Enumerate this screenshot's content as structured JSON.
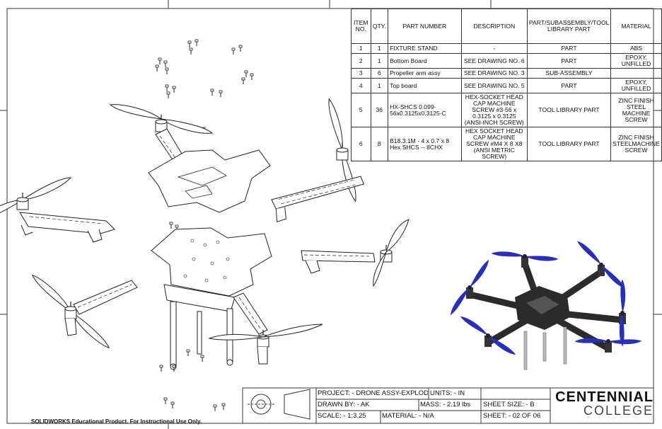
{
  "bom": {
    "headers": {
      "item": "ITEM NO.",
      "qty": "QTY.",
      "part": "PART NUMBER",
      "desc": "DESCRIPTION",
      "type": "PART/SUBASSEMBLY/TOOL LIBRARY PART",
      "material": "MATERIAL"
    },
    "rows": [
      {
        "item": "1",
        "qty": "1",
        "part": "FIXTURE STAND",
        "desc": "-",
        "type": "PART",
        "material": "ABS"
      },
      {
        "item": "2",
        "qty": "1",
        "part": "Bottom Board",
        "desc": "SEE DRAWING NO. 6",
        "type": "PART",
        "material": "EPOXY, UNFILLED"
      },
      {
        "item": "3",
        "qty": "6",
        "part": "Propeller arm assy",
        "desc": "SEE DRAWING NO. 3",
        "type": "SUB-ASSEMBLY",
        "material": ""
      },
      {
        "item": "4",
        "qty": "1",
        "part": "Top board",
        "desc": "SEE DRAWING NO. 5",
        "type": "PART",
        "material": "EPOXY, UNFILLED"
      },
      {
        "item": "5",
        "qty": "36",
        "part": "HX-SHCS 0.099-56x0.3125x0.3125-C",
        "desc": "HEX-SOCKET HEAD CAP MACHINE SCREW #3-56 x 0.3125 x 0.3125 (ANSI-INCH SCREW)",
        "type": "TOOL LIBRARY PART",
        "material": "ZINC FINISH STEEL MACHINE SCREW"
      },
      {
        "item": "6",
        "qty": "8",
        "part": "B18.3.1M - 4 x 0.7 x 8 Hex SHCS -- 8CHX",
        "desc": "HEX SOCKET HEAD CAP MACHINE SCREW #M4 X 8 X8 (ANSI METRIC SCREW)",
        "type": "TOOL LIBRARY PART",
        "material": "ZINC FINISH STEELMACHINE SCREW"
      }
    ]
  },
  "title_block": {
    "project": "PROJECT: - DRONE ASSY-EXPLODED",
    "units": "UNITS: - IN",
    "drawn_by": "DRAWN BY: - AK",
    "mass": "MASS: - 2.19 lbs",
    "sheet_size": "SHEET SIZE: -   B",
    "scale": "SCALE: - 1:3.25",
    "material": "MATERIAL: - N/A",
    "sheet": "SHEET: -   02 OF 06"
  },
  "logo": {
    "line1": "CENTENNIAL",
    "line2": "COLLEGE"
  },
  "watermark": "SOLIDWORKS Educational Product. For Instructional Use Only.",
  "colors": {
    "propeller_blue": "#2a2fb8",
    "frame_dark": "#2b2b2b",
    "line": "#222222"
  },
  "icons": {
    "projection_symbol": "third-angle-projection-icon"
  }
}
